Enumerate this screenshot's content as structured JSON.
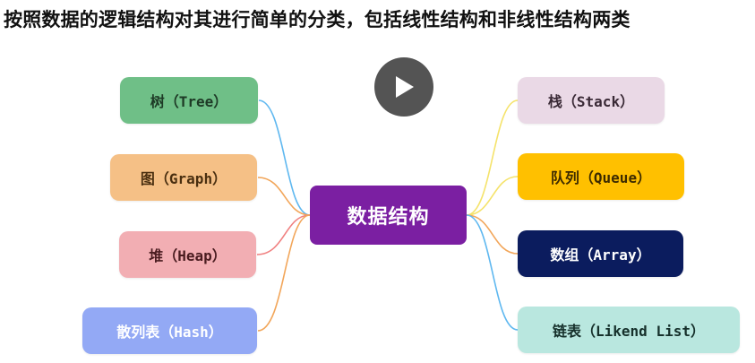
{
  "title": "按照数据的逻辑结构对其进行简单的分类，包括线性结构和非线性结构两类",
  "center": {
    "label": "数据结构",
    "color": "#7b1fa2"
  },
  "left_nodes": [
    {
      "label": "树（Tree）",
      "color": "#6fbf87",
      "line_color": "#5fb8f0"
    },
    {
      "label": "图（Graph）",
      "color": "#f5c086",
      "line_color": "#f2a65a"
    },
    {
      "label": "堆（Heap）",
      "color": "#f2aeb3",
      "line_color": "#f08080"
    },
    {
      "label": "散列表（Hash）",
      "color": "#93a9f5",
      "line_color": "#f2a65a"
    }
  ],
  "right_nodes": [
    {
      "label": "栈（Stack）",
      "color": "#ead9e6",
      "line_color": "#f5e36b"
    },
    {
      "label": "队列（Queue）",
      "color": "#ffc000",
      "line_color": "#f5e36b"
    },
    {
      "label": "数组（Array）",
      "color": "#0b1c5e",
      "line_color": "#f2a65a"
    },
    {
      "label": "链表（Likend List）",
      "color": "#b9e7df",
      "line_color": "#5fb8f0"
    }
  ],
  "play_icon": "play-icon"
}
